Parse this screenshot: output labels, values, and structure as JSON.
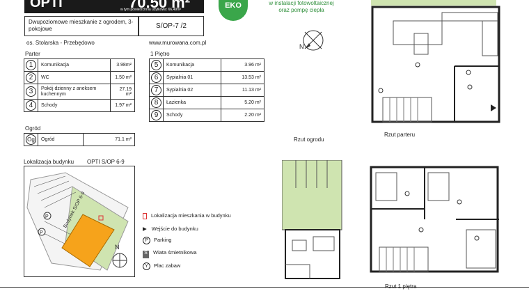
{
  "header": {
    "code": "OPTI",
    "area": "70.50 m²",
    "area_note": "w tym powierzchnia użytkowa: 66,49m²"
  },
  "description": "Dwupoziomowe mieszkanie z ogrodem, 3-pokojowe",
  "unit_code": "S/OP-7 /2",
  "location": "os. Stolarska - Przebędowo",
  "website": "www.murowana.com.pl",
  "eko": {
    "badge": "EKO",
    "line1": "w instalacji fotowoltaicznej",
    "line2": "oraz pompę ciepła"
  },
  "parter": {
    "title": "Parter",
    "rooms": [
      {
        "num": "1",
        "name": "Komunikacja",
        "area": "3.98m²"
      },
      {
        "num": "2",
        "name": "WC",
        "area": "1.50 m²"
      },
      {
        "num": "3",
        "name": "Pokój dzienny z aneksem kuchennym",
        "area": "27.19 m²"
      },
      {
        "num": "4",
        "name": "Schody",
        "area": "1.97 m²"
      }
    ]
  },
  "pietro": {
    "title": "1 Piętro",
    "rooms": [
      {
        "num": "5",
        "name": "Komunikacja",
        "area": "3.96 m²"
      },
      {
        "num": "6",
        "name": "Sypialnia 01",
        "area": "13.53 m²"
      },
      {
        "num": "7",
        "name": "Sypialnia 02",
        "area": "11.13 m²"
      },
      {
        "num": "8",
        "name": "Łazienka",
        "area": "5.20 m²"
      },
      {
        "num": "9",
        "name": "Schody",
        "area": "2.20 m²"
      }
    ]
  },
  "ogrod": {
    "title": "Ogród",
    "num": "Og",
    "name": "Ogród",
    "area": "71.1 m²"
  },
  "site": {
    "title": "Lokalizacja budynku",
    "building": "OPTI S/OP 6-9",
    "building_label": "Budynek S/OP 6-9",
    "north": "N",
    "legend": [
      {
        "mark": "",
        "label": "Lokalizacja mieszkania w budynku"
      },
      {
        "mark": "",
        "label": "Wejście do budynku"
      },
      {
        "mark": "P",
        "label": "Parking"
      },
      {
        "mark": "S",
        "label": "Wiata śmietnikowa"
      },
      {
        "mark": "",
        "label": "Plac zabaw"
      }
    ]
  },
  "plans": {
    "north": "N",
    "ground": "Rzut parteru",
    "garden": "Rzut ogrodu",
    "first": "Rzut 1 piętra"
  }
}
